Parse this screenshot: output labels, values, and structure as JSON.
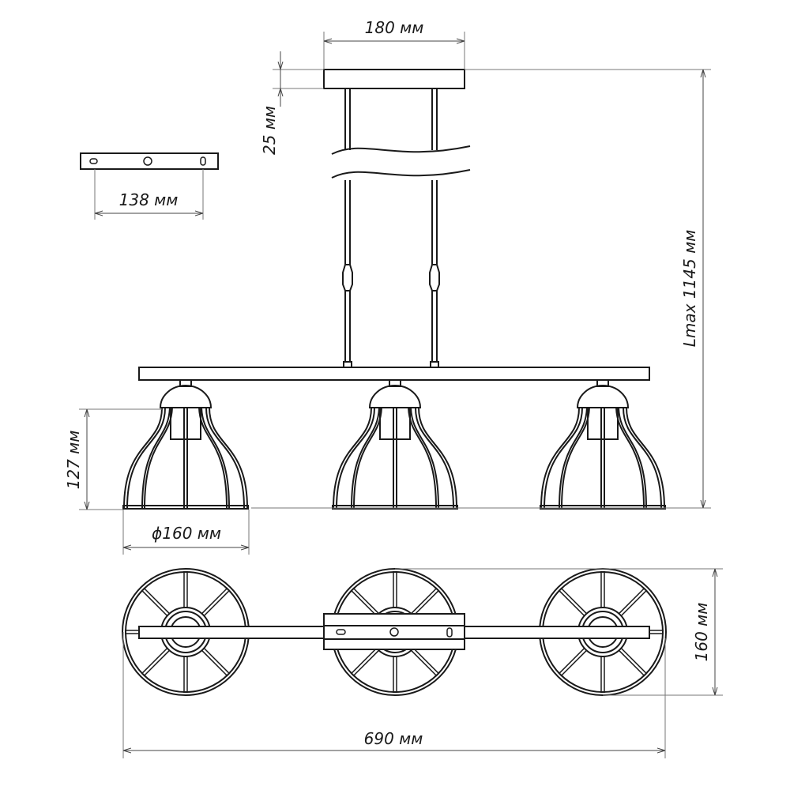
{
  "title": "Three-light pendant dimension drawing",
  "dimensions": {
    "canopy_width": "180 мм",
    "canopy_height": "25 мм",
    "mount_hole_spacing": "138 мм",
    "max_length": "Lmax 1145 мм",
    "shade_height": "127 мм",
    "shade_diameter": "ϕ160 мм",
    "depth": "160 мм",
    "total_width": "690 мм"
  },
  "shade_count": 3,
  "colors": {
    "line": "#1a1a1a",
    "dimension": "#444444"
  }
}
